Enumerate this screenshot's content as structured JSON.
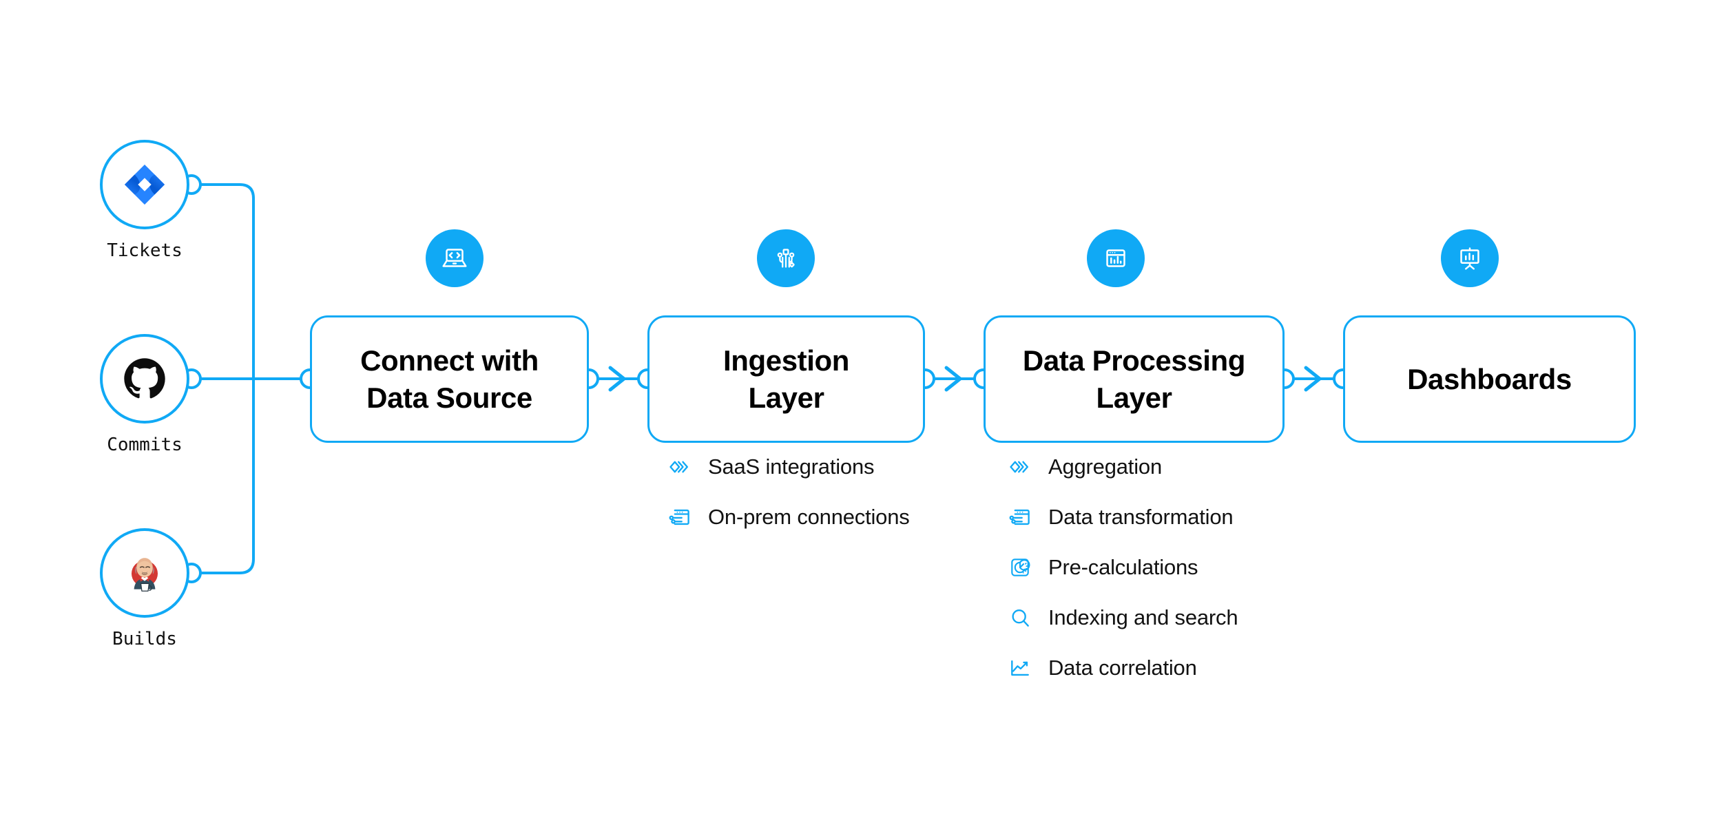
{
  "theme": {
    "accent": "#10A9F5",
    "line": "#10A9F5",
    "text": "#121212",
    "background": "#ffffff",
    "jira_blue": "#2684FF",
    "github_black": "#0D0D0D",
    "jenkins_red": "#D33833"
  },
  "sources": [
    {
      "id": "tickets",
      "label": "Tickets",
      "icon": "jira-icon"
    },
    {
      "id": "commits",
      "label": "Commits",
      "icon": "github-icon"
    },
    {
      "id": "builds",
      "label": "Builds",
      "icon": "jenkins-icon"
    }
  ],
  "stages": [
    {
      "id": "connect-with-data-source",
      "title": "Connect with\nData Source",
      "badge_icon": "laptop-code-icon",
      "features": []
    },
    {
      "id": "ingestion-layer",
      "title": "Ingestion\nLayer",
      "badge_icon": "circuit-nodes-icon",
      "features": [
        {
          "label": "SaaS integrations",
          "icon": "stacked-chevrons-icon"
        },
        {
          "label": "On-prem connections",
          "icon": "server-sliders-icon"
        }
      ]
    },
    {
      "id": "data-processing-layer",
      "title": "Data Processing\nLayer",
      "badge_icon": "window-bar-chart-icon",
      "features": [
        {
          "label": "Aggregation",
          "icon": "stacked-chevrons-icon"
        },
        {
          "label": "Data transformation",
          "icon": "server-sliders-icon"
        },
        {
          "label": "Pre-calculations",
          "icon": "gauge-square-icon"
        },
        {
          "label": "Indexing and search",
          "icon": "magnifier-icon"
        },
        {
          "label": "Data correlation",
          "icon": "line-chart-icon"
        }
      ]
    },
    {
      "id": "dashboards",
      "title": "Dashboards",
      "badge_icon": "presentation-chart-icon",
      "features": []
    }
  ],
  "connectors": [
    {
      "from": "tickets",
      "to": "connect-with-data-source",
      "style": "elbow"
    },
    {
      "from": "commits",
      "to": "connect-with-data-source",
      "style": "straight"
    },
    {
      "from": "builds",
      "to": "connect-with-data-source",
      "style": "elbow"
    },
    {
      "from": "connect-with-data-source",
      "to": "ingestion-layer",
      "style": "arrow"
    },
    {
      "from": "ingestion-layer",
      "to": "data-processing-layer",
      "style": "arrow"
    },
    {
      "from": "data-processing-layer",
      "to": "dashboards",
      "style": "arrow"
    }
  ]
}
